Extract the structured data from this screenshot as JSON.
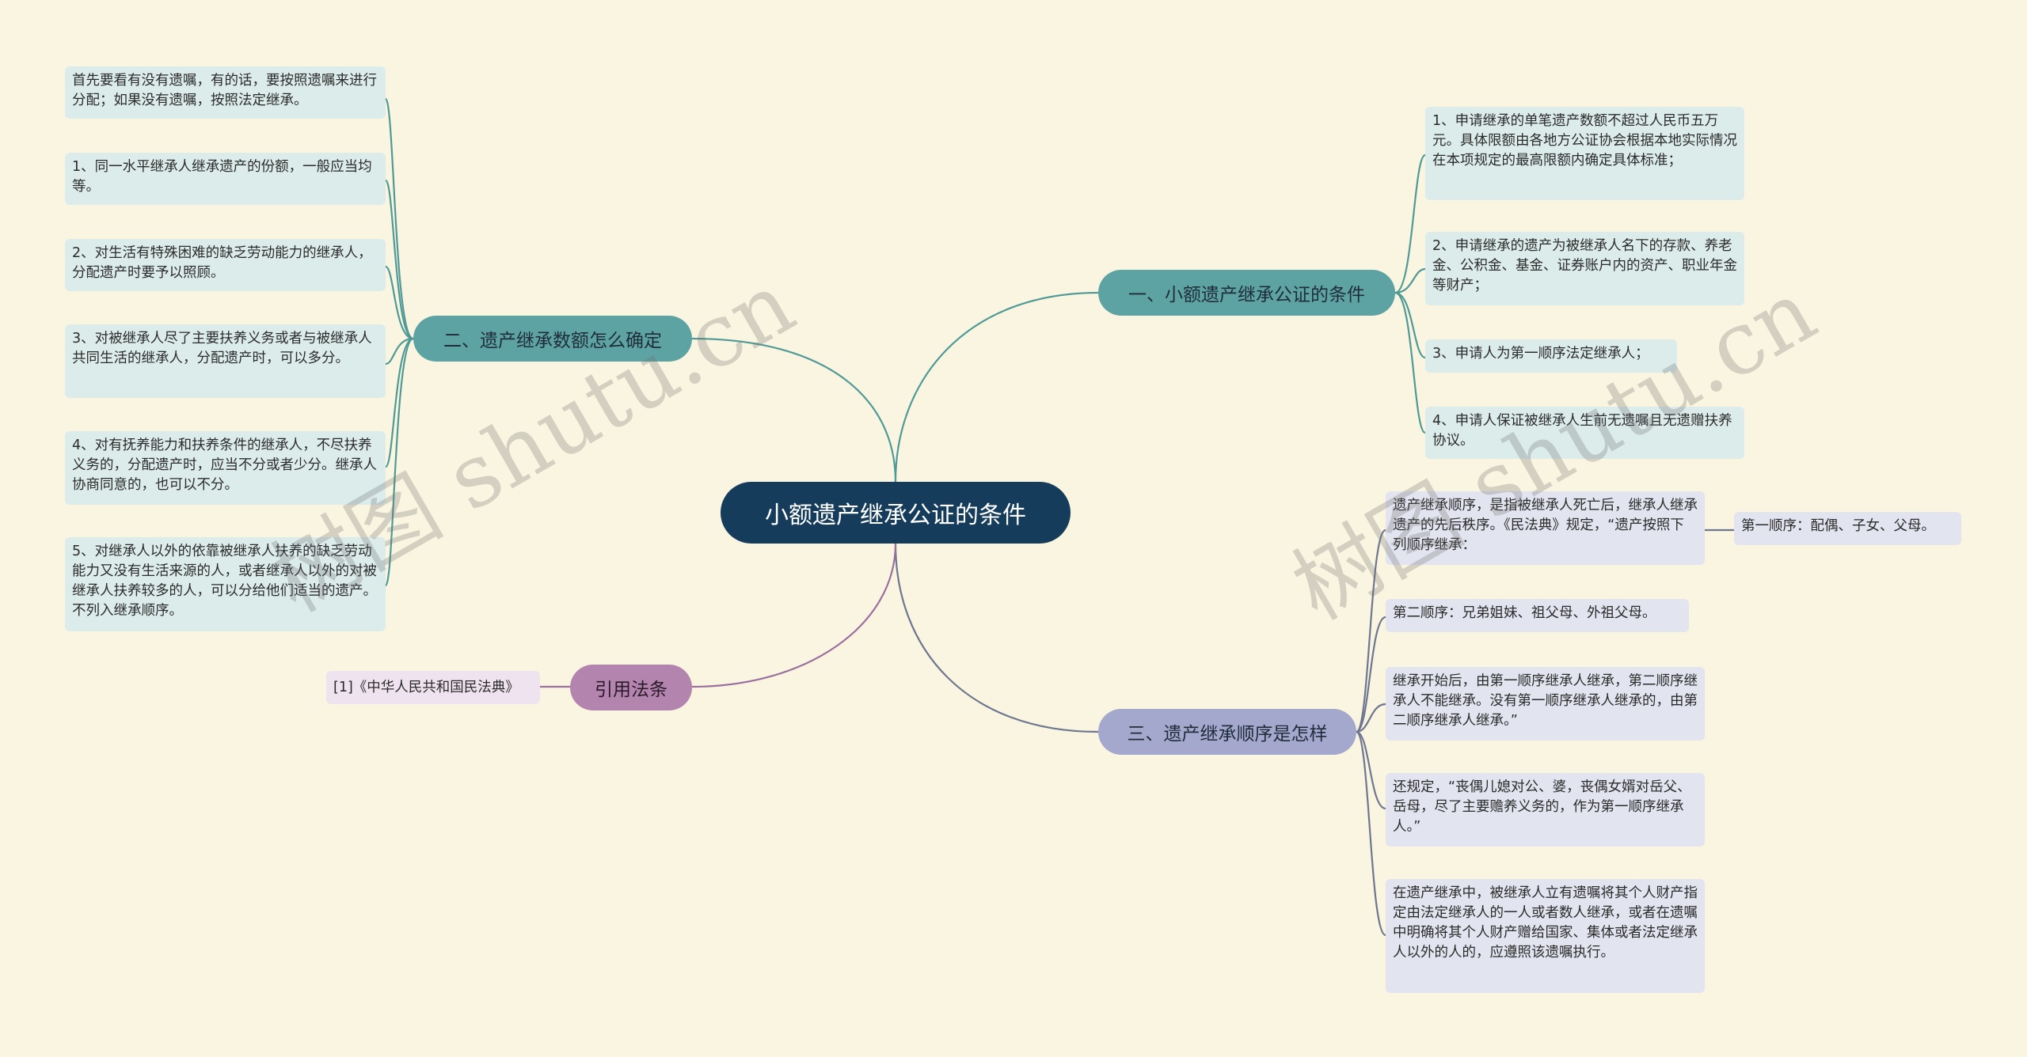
{
  "root": {
    "title": "小额遗产继承公证的条件"
  },
  "branches": {
    "conditions": {
      "label": "一、小额遗产继承公证的条件",
      "items": [
        "1、申请继承的单笔遗产数额不超过人民币五万元。具体限额由各地方公证协会根据本地实际情况在本项规定的最高限额内确定具体标准；",
        "2、申请继承的遗产为被继承人名下的存款、养老金、公积金、基金、证券账户内的资产、职业年金等财产；",
        "3、申请人为第一顺序法定继承人；",
        "4、申请人保证被继承人生前无遗嘱且无遗赠扶养协议。"
      ]
    },
    "shares": {
      "label": "二、遗产继承数额怎么确定",
      "items": [
        "首先要看有没有遗嘱，有的话，要按照遗嘱来进行分配；如果没有遗嘱，按照法定继承。",
        "1、同一水平继承人继承遗产的份额，一般应当均等。",
        "2、对生活有特殊困难的缺乏劳动能力的继承人，分配遗产时要予以照顾。",
        "3、对被继承人尽了主要扶养义务或者与被继承人共同生活的继承人，分配遗产时，可以多分。",
        "4、对有抚养能力和扶养条件的继承人，不尽扶养义务的，分配遗产时，应当不分或者少分。继承人协商同意的，也可以不分。",
        "5、对继承人以外的依靠被继承人扶养的缺乏劳动能力又没有生活来源的人，或者继承人以外的对被继承人扶养较多的人，可以分给他们适当的遗产。不列入继承顺序。"
      ]
    },
    "order": {
      "label": "三、遗产继承顺序是怎样",
      "items": [
        "遗产继承顺序，是指被继承人死亡后，继承人继承遗产的先后秩序。《民法典》规定，“遗产按照下列顺序继承：",
        "第二顺序：兄弟姐妹、祖父母、外祖父母。",
        "继承开始后，由第一顺序继承人继承，第二顺序继承人不能继承。没有第一顺序继承人继承的，由第二顺序继承人继承。”",
        "还规定，“丧偶儿媳对公、婆，丧偶女婿对岳父、岳母，尽了主要赡养义务的，作为第一顺序继承人。”",
        "在遗产继承中，被继承人立有遗嘱将其个人财产指定由法定继承人的一人或者数人继承，或者在遗嘱中明确将其个人财产赠给国家、集体或者法定继承人以外的人的，应遵照该遗嘱执行。"
      ],
      "sub_item": "第一顺序：配偶、子女、父母。"
    },
    "references": {
      "label": "引用法条",
      "items": [
        "[1]《中华人民共和国民法典》"
      ]
    }
  },
  "watermarks": [
    "树图 shutu.cn",
    "树图 shutu.cn"
  ],
  "colors": {
    "background": "#faf5e1",
    "root": "#163c5c",
    "teal_branch": "#5ea3a3",
    "slate_branch": "#a3a8cc",
    "purple_branch": "#b384ad",
    "teal_line": "#4f9a97",
    "slate_line": "#6e7690",
    "purple_line": "#9b6fa0"
  }
}
